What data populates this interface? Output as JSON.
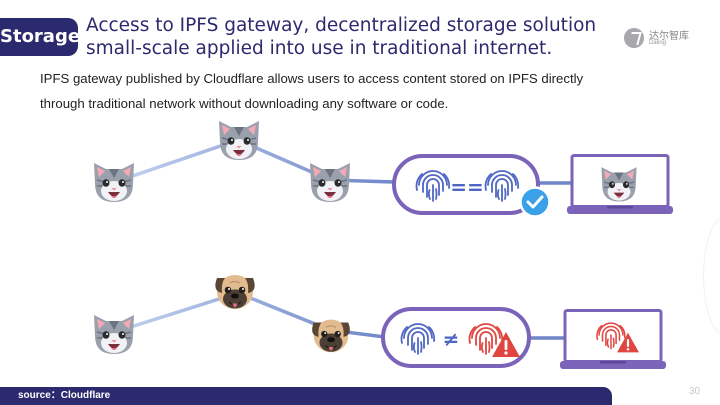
{
  "header": {
    "tag": "Storage",
    "title_lines": [
      "Access to IPFS gateway, decentralized storage solution",
      "small-scale applied into use in traditional internet."
    ]
  },
  "logo": {
    "name": "达尔智库",
    "sub": "Daling",
    "icon": "logo-icon"
  },
  "description_lines": [
    "IPFS gateway published by Cloudflare allows users to access content stored on IPFS directly",
    "through traditional network without downloading any software or code."
  ],
  "footer": {
    "source": "source：Cloudflare",
    "page_number": "30"
  },
  "diagram": {
    "rows": [
      {
        "nodes": [
          "cat",
          "cat",
          "cat"
        ],
        "comparison": "==",
        "verified": true,
        "screen": "cat"
      },
      {
        "nodes": [
          "cat",
          "dog",
          "dog"
        ],
        "comparison": "≠",
        "verified": false,
        "screen": "fingerprint-warning"
      }
    ],
    "colors": {
      "navy": "#2c2a6e",
      "purple": "#7a63b8",
      "link_light": "#b2c4ea",
      "link_dark": "#6f86c9",
      "fingerprint_blue": "#4f67c4",
      "fingerprint_red": "#e0463f",
      "check": "#3aa0e8"
    }
  }
}
